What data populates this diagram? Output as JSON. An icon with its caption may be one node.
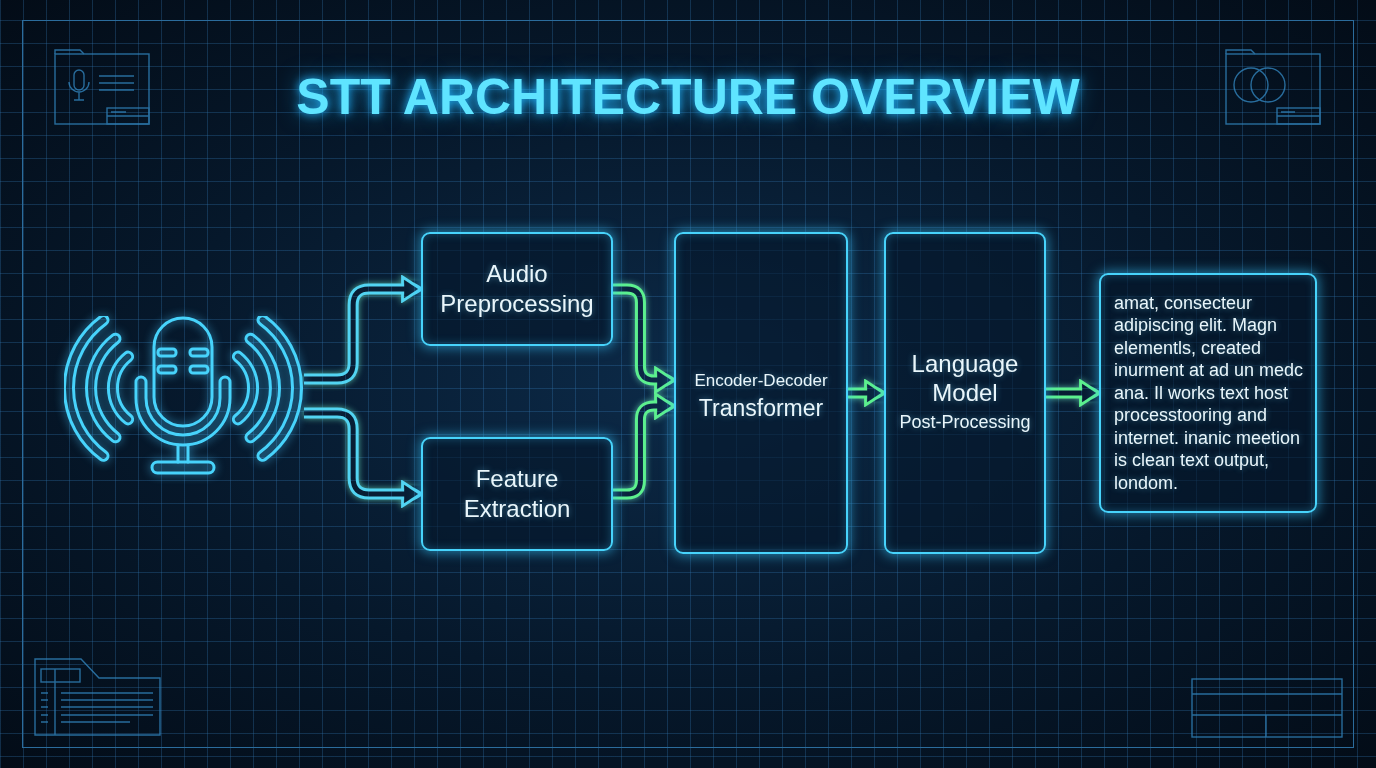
{
  "diagram": {
    "title": "STT ARCHITECTURE OVERVIEW",
    "nodes": [
      {
        "text": [],
        "shape": "picture"
      },
      {
        "text": [
          "Audio Preprocessing"
        ]
      },
      {
        "text": [
          "Feature Extraction"
        ]
      },
      {
        "text": [
          "Encoder-Decoder",
          "Transformer"
        ]
      },
      {
        "text": [
          "Language Model",
          "Post-Processing"
        ]
      },
      {
        "text": [
          "amat, consecteur adipiscing elit. Magn elementls, created inurment at ad un medc ana. Il works text host processtooring and internet. inanic meetion is clean text output, londom."
        ]
      }
    ],
    "edges": [
      {
        "from": 0,
        "to": 1,
        "arrow": "to",
        "color": "#52d4f2"
      },
      {
        "from": 0,
        "to": 2,
        "arrow": "to",
        "color": "#52d4f2"
      },
      {
        "from": 1,
        "to": 3,
        "arrow": "to"
      },
      {
        "from": 2,
        "to": 3,
        "arrow": "to"
      },
      {
        "from": 3,
        "to": 4,
        "arrow": "to"
      },
      {
        "from": 4,
        "to": 5,
        "arrow": "to"
      }
    ]
  }
}
